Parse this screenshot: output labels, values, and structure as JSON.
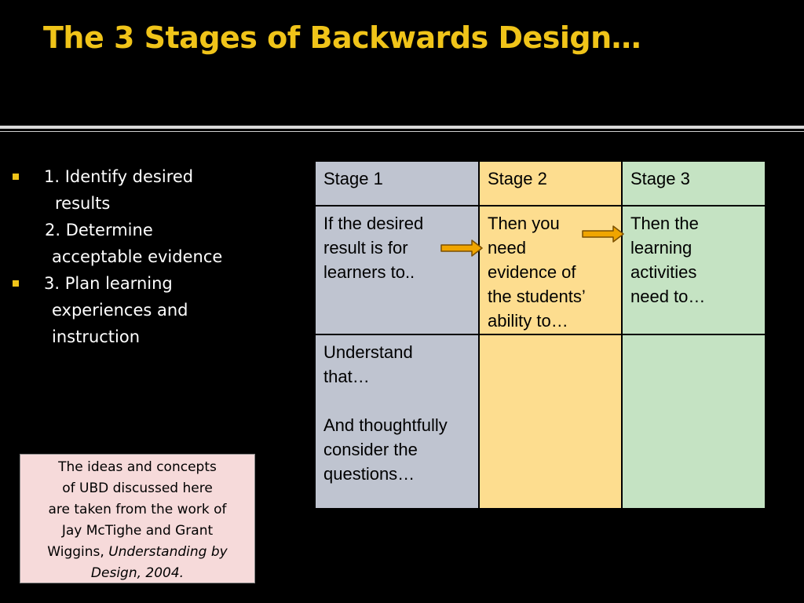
{
  "slide": {
    "title": "The 3 Stages of Backwards Design…"
  },
  "bullets": {
    "item1_num": "1.",
    "item1_line1": "Identify desired",
    "item1_line2": "results",
    "item2_line1": "2. Determine",
    "item2_line2": "acceptable evidence",
    "item3_line1": "3. Plan learning",
    "item3_line2": "experiences and",
    "item3_line3": "instruction"
  },
  "table": {
    "headers": [
      "Stage 1",
      "Stage 2",
      "Stage 3"
    ],
    "row2": {
      "stage1": [
        "If the desired",
        "result is for",
        "learners to.."
      ],
      "stage2": [
        "Then you",
        "need",
        "evidence of",
        "the students’",
        "ability to…"
      ],
      "stage3": [
        "Then the",
        "learning",
        "activities",
        "need to…"
      ]
    },
    "row3": {
      "stage1_a": [
        "Understand",
        "that…"
      ],
      "stage1_b": [
        "And thoughtfully",
        "consider the",
        "questions…"
      ]
    }
  },
  "citation": {
    "line1": "The ideas and concepts",
    "line2": "of UBD discussed here",
    "line3": "are taken from the work of",
    "line4": "Jay McTighe and Grant",
    "line5_plain": "Wiggins, ",
    "line5_italic": "Understanding by",
    "line6_italic": "Design, 2004."
  },
  "colors": {
    "title": "#f0c419",
    "bullet": "#f0c419",
    "stage1_fill": "#bfc4d0",
    "stage2_fill": "#fddd8f",
    "stage3_fill": "#c5e3c3",
    "arrow_fill": "#f0a500",
    "citation_fill": "#f6dada"
  }
}
